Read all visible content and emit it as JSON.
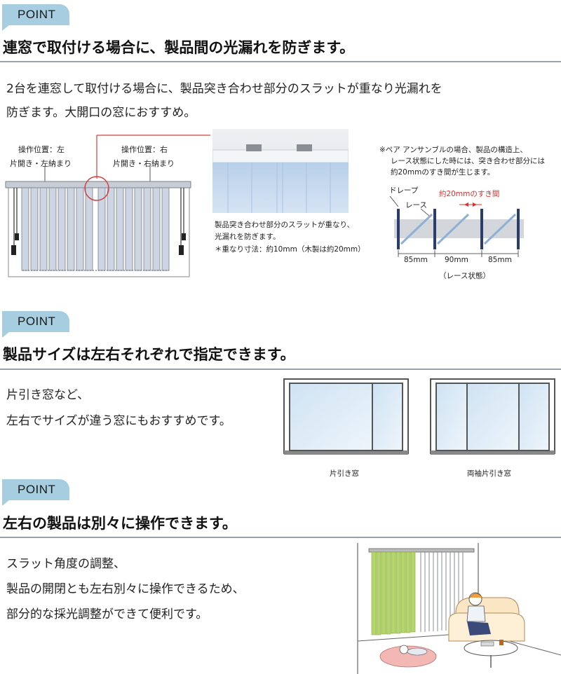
{
  "sections": [
    {
      "point_label": "POINT",
      "heading": "連窓で取付ける場合に、製品間の光漏れを防ぎます。",
      "body_lines": [
        "2台を連窓して取付ける場合に、製品突き合わせ部分のスラットが重なり光漏れを",
        "防ぎます。大開口の窓におすすめ。"
      ],
      "diagram_left": {
        "left_label_line1": "操作位置：左",
        "left_label_line2": "片開き・左納まり",
        "right_label_line1": "操作位置：右",
        "right_label_line2": "片開き・右納まり"
      },
      "photo_caption": {
        "line1": "製品突き合わせ部分のスラットが重なり、",
        "line2": "光漏れを防ぎます。",
        "line3": "＊重なり寸法：約10mm（木製は約20mm）"
      },
      "diagram_right": {
        "note_line1": "※ペア アンサンブルの場合、製品の構造上、",
        "note_line2": "レース状態にした時には、突き合わせ部分には",
        "note_line3": "約20mmのすき間が生じます。",
        "drape_label": "ドレープ",
        "lace_label": "レース",
        "gap_label": "約20mmのすき間",
        "dim1": "85mm",
        "dim2": "90mm",
        "dim3": "85mm",
        "state_label": "（レース状態）",
        "gap_color": "#e03030",
        "drape_color": "#2a3d6e",
        "lace_color": "#8fb0d6"
      }
    },
    {
      "point_label": "POINT",
      "heading": "製品サイズは左右それぞれで指定できます。",
      "body_lines": [
        "片引き窓など、",
        "左右でサイズが違う窓にもおすすめです。"
      ],
      "window1_caption": "片引き窓",
      "window2_caption": "両袖片引き窓"
    },
    {
      "point_label": "POINT",
      "heading": "左右の製品は別々に操作できます。",
      "body_lines": [
        "スラット角度の調整、",
        "製品の開閉とも左右別々に操作できるため、",
        "部分的な採光調整ができて便利です。"
      ]
    }
  ],
  "colors": {
    "point_tag": "#a6cde0",
    "rule": "#9aa3ab",
    "blind_green": "#b5d66a",
    "blind_grey": "#c8ccd4"
  }
}
